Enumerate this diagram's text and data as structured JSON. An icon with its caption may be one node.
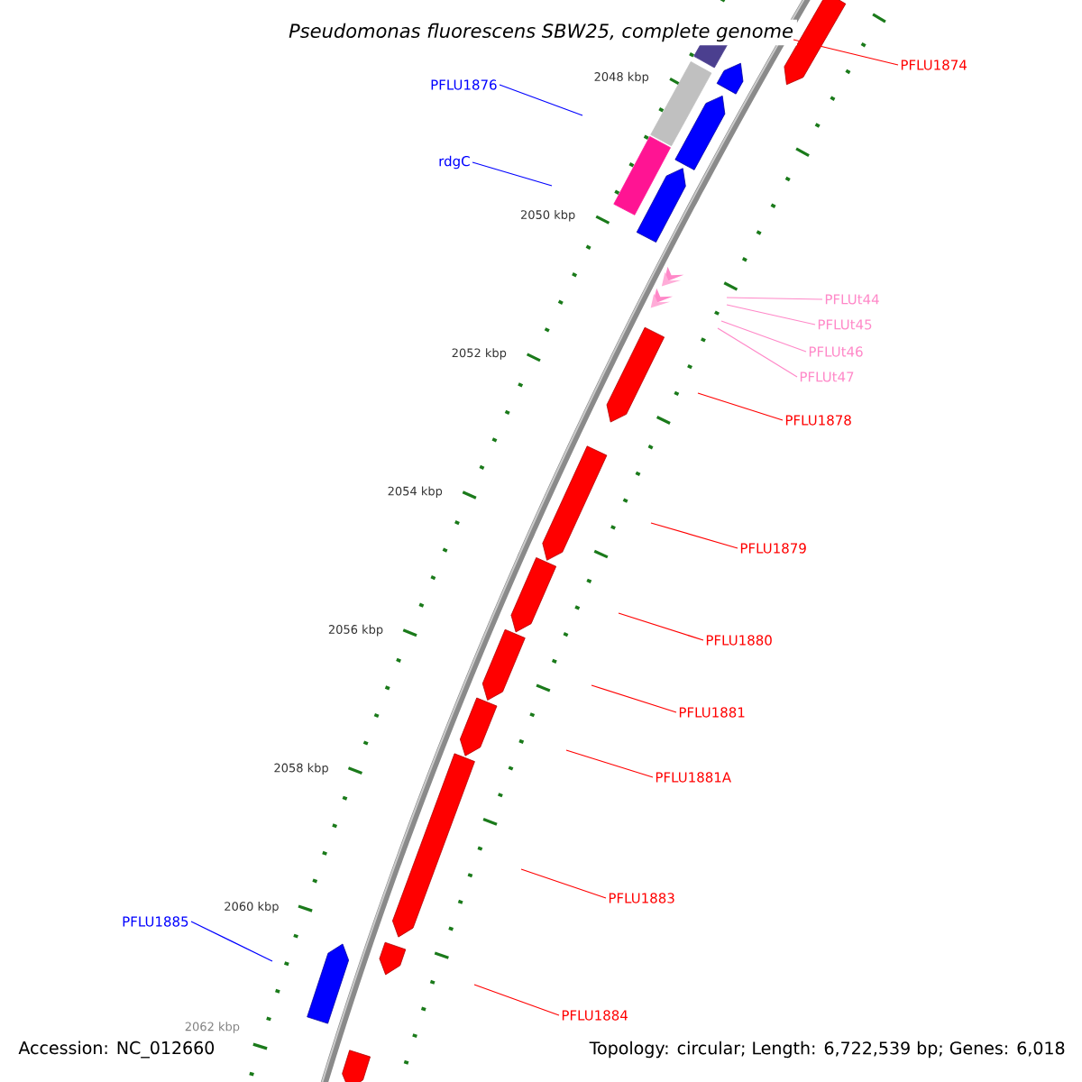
{
  "diagram": {
    "title": "Pseudomonas fluorescens SBW25, complete genome",
    "nodes": [
      {
        "text": [
          "PFLU1874"
        ]
      },
      {
        "text": [
          "PFLU1876"
        ]
      },
      {
        "text": [
          "rdgC"
        ]
      },
      {
        "text": [
          "PFLUt44"
        ]
      },
      {
        "text": [
          "PFLUt45"
        ]
      },
      {
        "text": [
          "PFLUt46"
        ]
      },
      {
        "text": [
          "PFLUt47"
        ]
      },
      {
        "text": [
          "PFLU1878"
        ]
      },
      {
        "text": [
          "PFLU1879"
        ]
      },
      {
        "text": [
          "PFLU1880"
        ]
      },
      {
        "text": [
          "PFLU1881"
        ]
      },
      {
        "text": [
          "PFLU1881A"
        ]
      },
      {
        "text": [
          "PFLU1883"
        ]
      },
      {
        "text": [
          "PFLU1885"
        ]
      },
      {
        "text": [
          "PFLU1884"
        ]
      }
    ],
    "edges": [
      {
        "from": 0,
        "to": null,
        "arrow": "none"
      },
      {
        "from": 1,
        "to": null,
        "arrow": "none",
        "color": "#0000ff"
      },
      {
        "from": 2,
        "to": null,
        "arrow": "none",
        "color": "#0000ff"
      },
      {
        "from": 3,
        "to": null,
        "arrow": "none",
        "color": "#ff88c8"
      },
      {
        "from": 4,
        "to": null,
        "arrow": "none",
        "color": "#ff88c8"
      },
      {
        "from": 5,
        "to": null,
        "arrow": "none",
        "color": "#ff88c8"
      },
      {
        "from": 6,
        "to": null,
        "arrow": "none",
        "color": "#ff88c8"
      },
      {
        "from": 7,
        "to": null,
        "arrow": "none"
      },
      {
        "from": 8,
        "to": null,
        "arrow": "none"
      },
      {
        "from": 9,
        "to": null,
        "arrow": "none"
      },
      {
        "from": 10,
        "to": null,
        "arrow": "none"
      },
      {
        "from": 11,
        "to": null,
        "arrow": "none"
      },
      {
        "from": 12,
        "to": null,
        "arrow": "none"
      },
      {
        "from": 13,
        "to": null,
        "arrow": "none",
        "color": "#0000ff"
      },
      {
        "from": 14,
        "to": null,
        "arrow": "none"
      }
    ],
    "labels": [
      "2048 kbp",
      "2050 kbp",
      "2052 kbp",
      "2054 kbp",
      "2056 kbp",
      "2058 kbp",
      "2060 kbp",
      "2062 kbp",
      "Accession: NC_012660",
      "Topology: circular; Length: 6,722,539 bp; Genes: 6,018"
    ]
  }
}
